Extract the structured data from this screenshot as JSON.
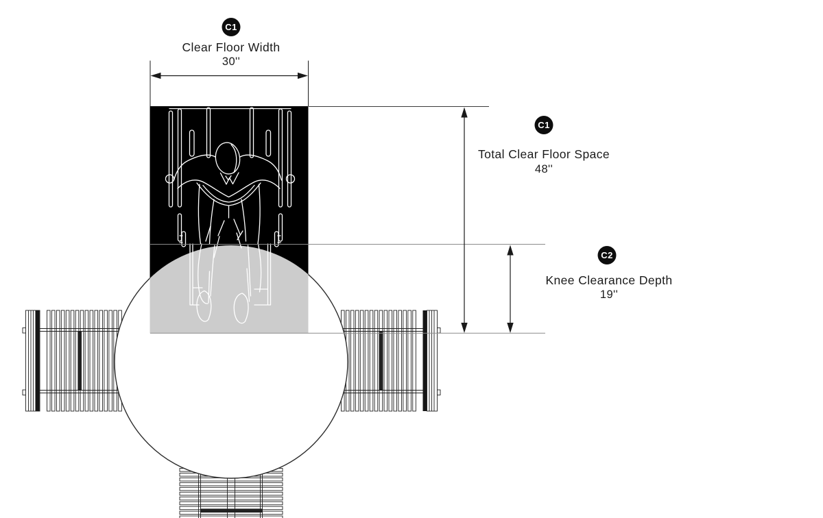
{
  "callouts": {
    "clear_floor_width": {
      "badge": "C1",
      "label": "Clear Floor Width",
      "value": "30''"
    },
    "total_clear_floor_space": {
      "badge": "C1",
      "label": "Total Clear Floor Space",
      "value": "48''"
    },
    "knee_clearance_depth": {
      "badge": "C2",
      "label": "Knee Clearance Depth",
      "value": "19''"
    }
  },
  "colors": {
    "badge_background": "#0d0d0d",
    "badge_text": "#ffffff",
    "clear_floor_space_fill": "#000000",
    "knee_zone_gray": "#cccccc",
    "figure_stroke": "#ffffff",
    "table_fill": "#ffffff",
    "table_stroke": "#2d2d2d",
    "bench_stroke": "#1f1f1f",
    "dimension_line": "#1a1a1a",
    "reference_line": "#8a8a8a",
    "text": "#1b1b1b"
  }
}
